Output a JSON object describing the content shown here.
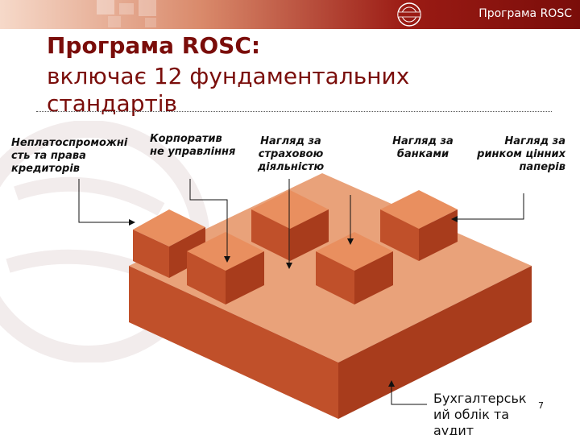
{
  "header": {
    "title": "Програма ROSC"
  },
  "slide": {
    "title": "Програма ROSC:",
    "subtitle": "включає 12 фундаментальних стандартів",
    "labels": {
      "insolvency": "Неплатоспроможні сть та права кредиторів",
      "governance": "Корпоратив не управління",
      "insurance": "Нагляд за страховою діяльністю",
      "banks": "Нагляд за банками",
      "securities": "Нагляд за ринком цінних паперів",
      "accounting": "Бухгалтерськ ий облік та аудит"
    },
    "page_number": "7"
  },
  "colors": {
    "brand_dark": "#7a0d0a",
    "block_top": "#e98f5f",
    "block_side": "#c0502a",
    "block_front": "#a83c1c"
  }
}
